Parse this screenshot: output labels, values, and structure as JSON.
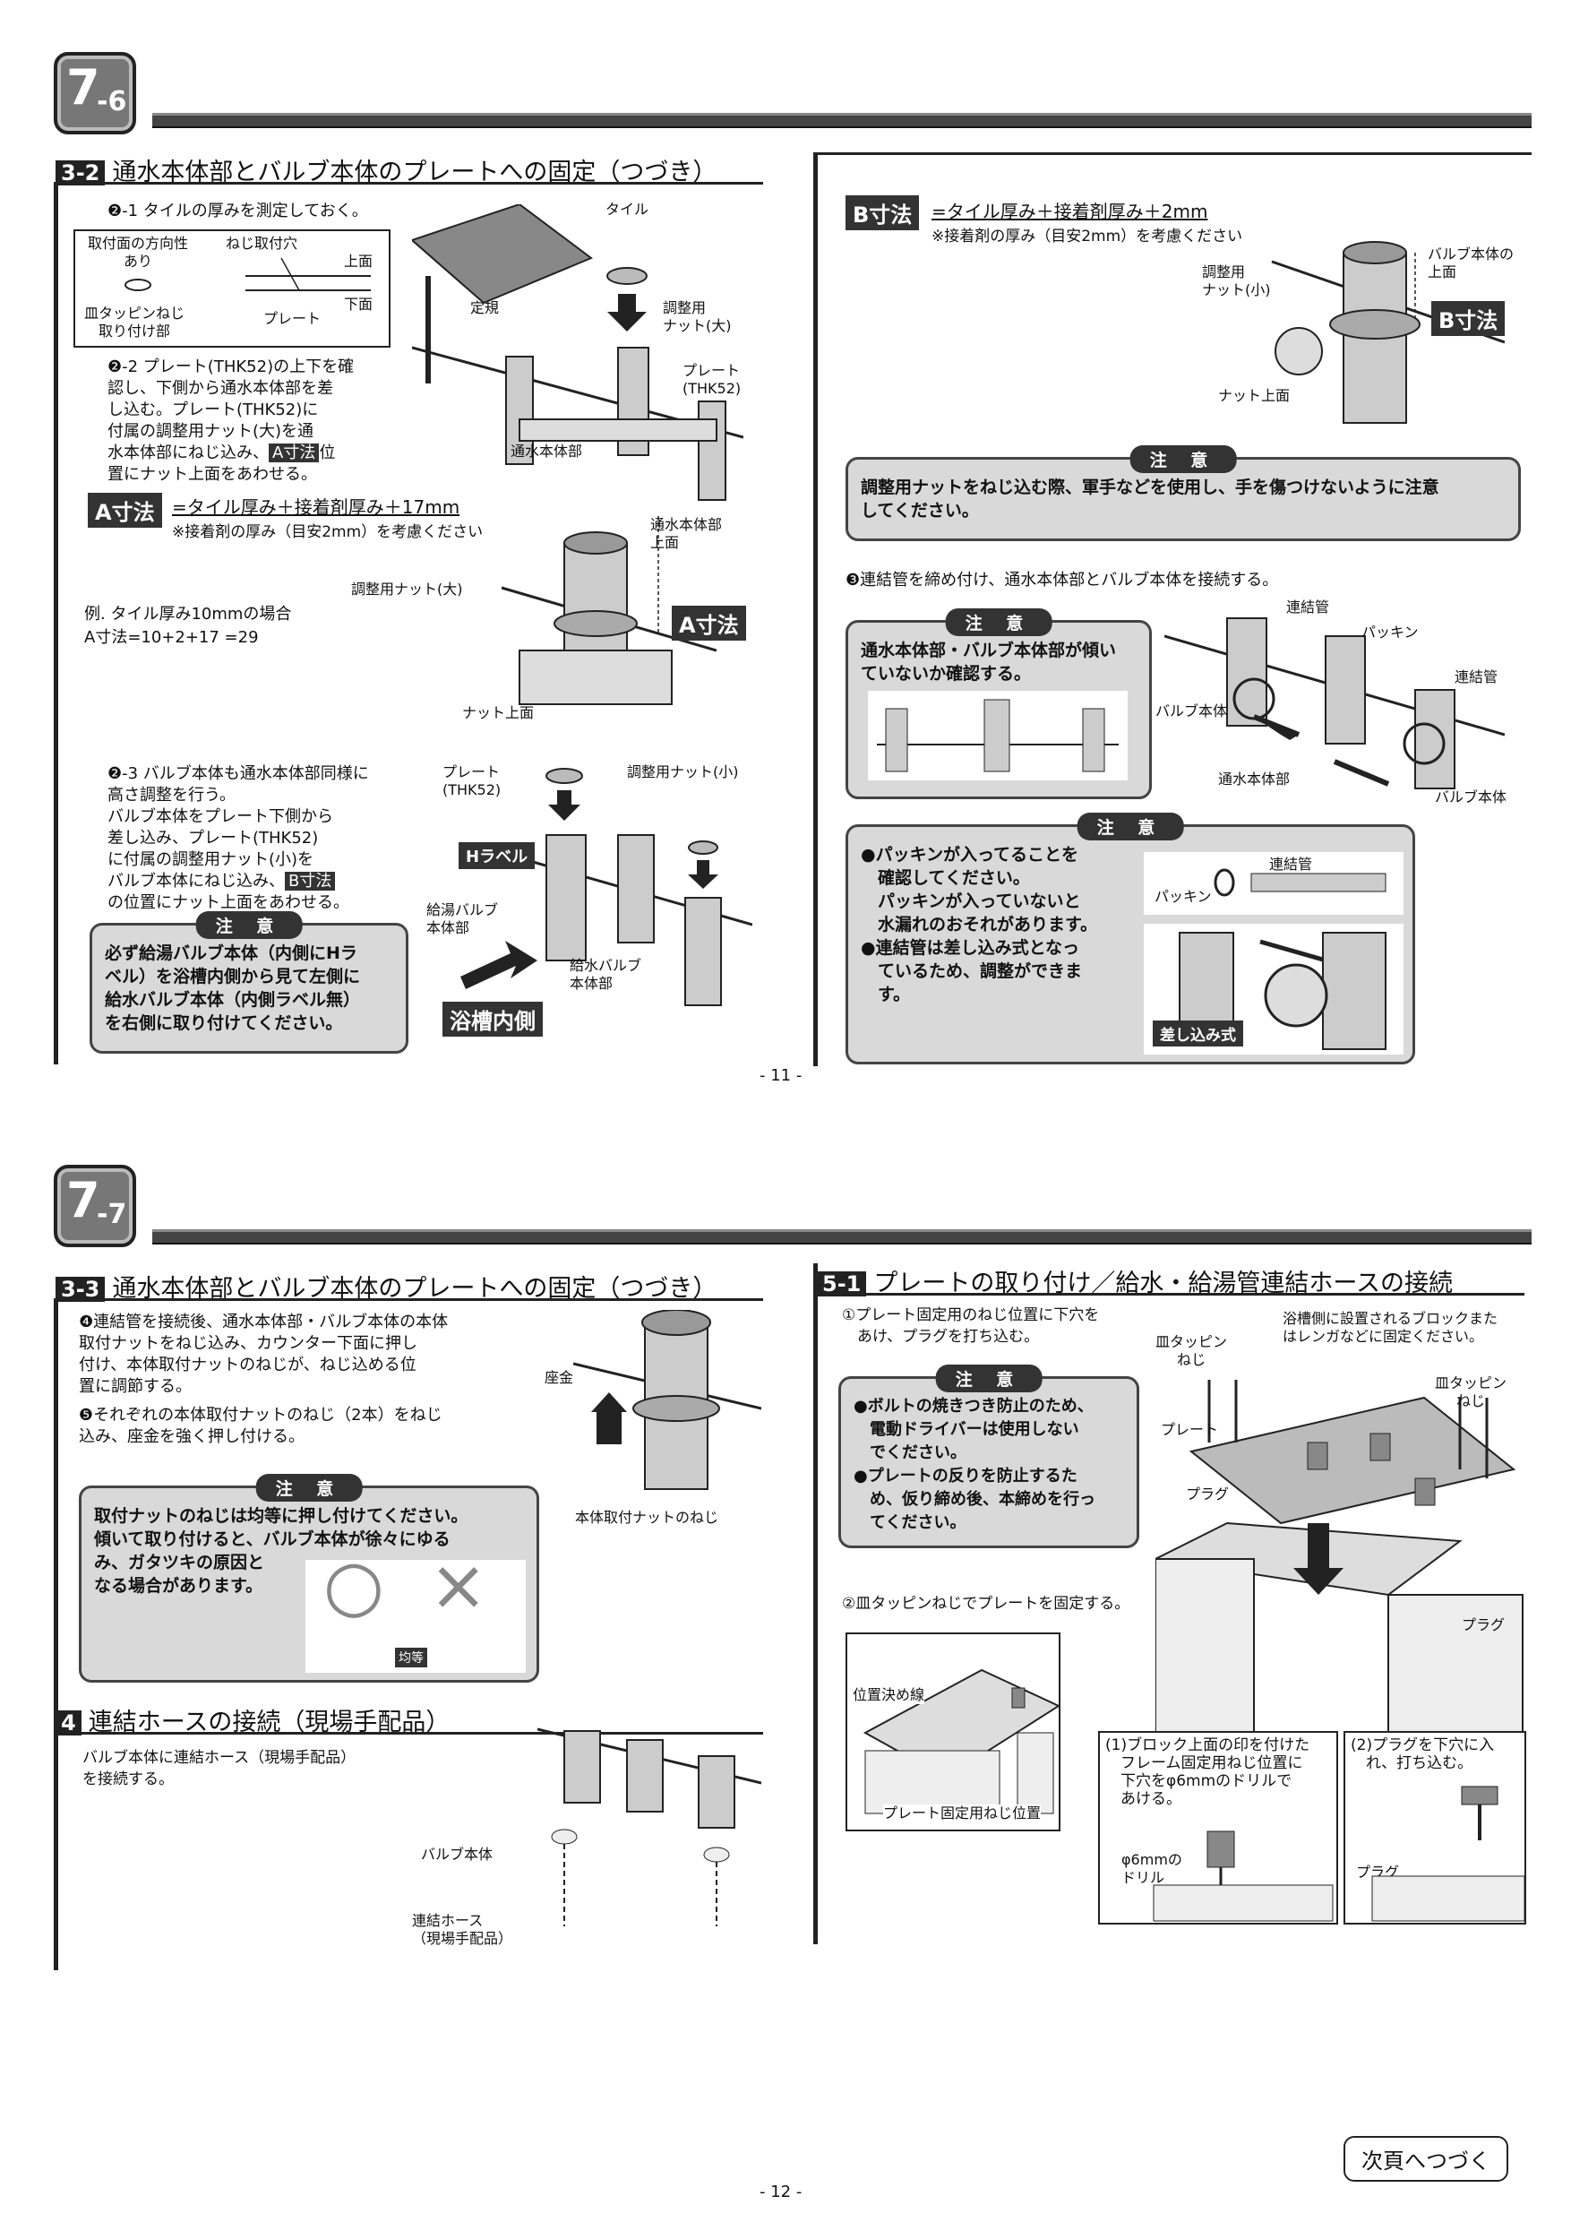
{
  "top": {
    "chapter": {
      "main": "7",
      "sub": "-6"
    },
    "sec32": {
      "num": "3-2",
      "title": "通水本体部とバルブ本体のプレートへの固定（つづき）"
    },
    "step21": "❷-1 タイルの厚みを測定しておく。",
    "diagram": {
      "dir1": "取付面の方向性",
      "dir2": "あり",
      "screw_hole": "ねじ取付穴",
      "top_face": "上面",
      "plate": "プレート",
      "bottom_face": "下面",
      "dish1": "皿タッピンねじ",
      "dish2": "取り付け部"
    },
    "tile_labels": {
      "tile": "タイル",
      "ruler": "定規",
      "nut_large": "調整用\nナット(大)",
      "plate": "プレート\n(THK52)",
      "body": "通水本体部"
    },
    "step22": "❷-2 プレート(THK52)の上下を確\n認し、下側から通水本体部を差\nし込む。プレート(THK52)に\n付属の調整用ナット(大)を通\n水本体部にねじ込み、",
    "step22_tag": "A寸法",
    "step22_end": "位\n置にナット上面をあわせる。",
    "a_dim": {
      "tag": "A寸法",
      "formula": "=タイル厚み＋接着剤厚み＋17mm",
      "note": "※接着剤の厚み（目安2mm）を考慮ください"
    },
    "example": {
      "line1": "例. タイル厚み10mmの場合",
      "line2": "A寸法=10+2+17 =29"
    },
    "a_labels": {
      "top": "通水本体部\n上面",
      "nut": "調整用ナット(大)",
      "tag": "A寸法",
      "nut_top": "ナット上面"
    },
    "step23": "❷-3 バルブ本体も通水本体部同様に\n高さ調整を行う。\nバルブ本体をプレート下側から\n差し込み、プレート(THK52)\nに付属の調整用ナット(小)を\nバルブ本体にねじ込み、",
    "step23_tag": "B寸法",
    "step23_end": "\nの位置にナット上面をあわせる。",
    "v_labels": {
      "plate": "プレート\n(THK52)",
      "nut_small": "調整用ナット(小)",
      "hlabel": "Hラベル",
      "hot": "給湯バルブ\n本体部",
      "cold": "給水バルブ\n本体部",
      "tub": "浴槽内側"
    },
    "caution1": {
      "label": "注 意",
      "body": "必ず給湯バルブ本体（内側にHラ\nベル）を浴槽内側から見て左側に\n給水バルブ本体（内側ラベル無）\nを右側に取り付けてください。"
    },
    "b_dim": {
      "tag": "B寸法",
      "formula": "=タイル厚み＋接着剤厚み＋2mm",
      "note": "※接着剤の厚み（目安2mm）を考慮ください"
    },
    "b_labels": {
      "nut": "調整用\nナット(小)",
      "valve_top": "バルブ本体の\n上面",
      "tag": "B寸法",
      "nut_top": "ナット上面"
    },
    "caution2": {
      "label": "注 意",
      "body": "調整用ナットをねじ込む際、軍手などを使用し、手を傷つけないように注意\nしてください。"
    },
    "step3": "❸連結管を締め付け、通水本体部とバルブ本体を接続する。",
    "caution3": {
      "label": "注 意",
      "body": "通水本体部・バルブ本体部が傾い\nていないか確認する。"
    },
    "conn_labels": {
      "pipe1": "連結管",
      "packing": "パッキン",
      "pipe2": "連結管",
      "valve1": "バルブ本体",
      "body": "通水本体部",
      "valve2": "バルブ本体"
    },
    "caution4": {
      "label": "注 意",
      "body": "●パッキンが入ってることを\n　確認してください。\n　パッキンが入っていないと\n　水漏れのおそれがあります。\n●連結管は差し込み式となっ\n　ているため、調整ができま\n　す。",
      "packing": "パッキン",
      "pipe": "連結管",
      "insert": "差し込み式"
    },
    "page": "- 11 -"
  },
  "bottom": {
    "chapter": {
      "main": "7",
      "sub": "-7"
    },
    "sec33": {
      "num": "3-3",
      "title": "通水本体部とバルブ本体のプレートへの固定（つづき）"
    },
    "step4": "❹連結管を接続後、通水本体部・バルブ本体の本体\n取付ナットをねじ込み、カウンター下面に押し\n付け、本体取付ナットのねじが、ねじ込める位\n置に調節する。",
    "step5": "❺それぞれの本体取付ナットのねじ（2本）をねじ\n込み、座金を強く押し付ける。",
    "washer": "座金",
    "nut_screw": "本体取付ナットのねじ",
    "caution5": {
      "label": "注 意",
      "body": "取付ナットのねじは均等に押し付けてください。\n傾いて取り付けると、バルブ本体が徐々にゆる\nみ、ガタツキの原因と\nなる場合があります。",
      "ok": "○",
      "ng": "×",
      "even": "均等"
    },
    "sec4": {
      "num": "4",
      "title": "連結ホースの接続（現場手配品）"
    },
    "step_hose": "バルブ本体に連結ホース（現場手配品）\nを接続する。",
    "hose_labels": {
      "valve": "バルブ本体",
      "hose": "連結ホース\n（現場手配品）"
    },
    "sec51": {
      "num": "5-1",
      "title": "プレートの取り付け／給水・給湯管連結ホースの接続"
    },
    "step51a": "①プレート固定用のねじ位置に下穴を\n　あけ、プラグを打ち込む。",
    "caution6": {
      "label": "注 意",
      "body": "●ボルトの焼きつき防止のため、\n　電動ドライバーは使用しない\n　でください。\n●プレートの反りを防止するた\n　め、仮り締め後、本締めを行っ\n　てください。"
    },
    "plate_labels": {
      "dish1": "皿タッピン\nねじ",
      "block": "浴槽側に設置されるブロックまた\nはレンガなどに固定ください。",
      "dish2": "皿タッピン\nねじ",
      "plate": "プレート",
      "plug1": "プラグ",
      "plug2": "プラグ"
    },
    "step51b": "②皿タッピンねじでプレートを固定する。",
    "pos_labels": {
      "line": "位置決め線",
      "screw_pos": "プレート固定用ねじ位置"
    },
    "sub1": {
      "text": "(1)ブロック上面の印を付けた\n　フレーム固定用ねじ位置に\n　下穴をφ6mmのドリルで\n　あける。",
      "drill": "φ6mmの\nドリル"
    },
    "sub2": {
      "text": "(2)プラグを下穴に入\n　れ、打ち込む。",
      "plug": "プラグ"
    },
    "next": "次頁へつづく",
    "page": "- 12 -"
  }
}
